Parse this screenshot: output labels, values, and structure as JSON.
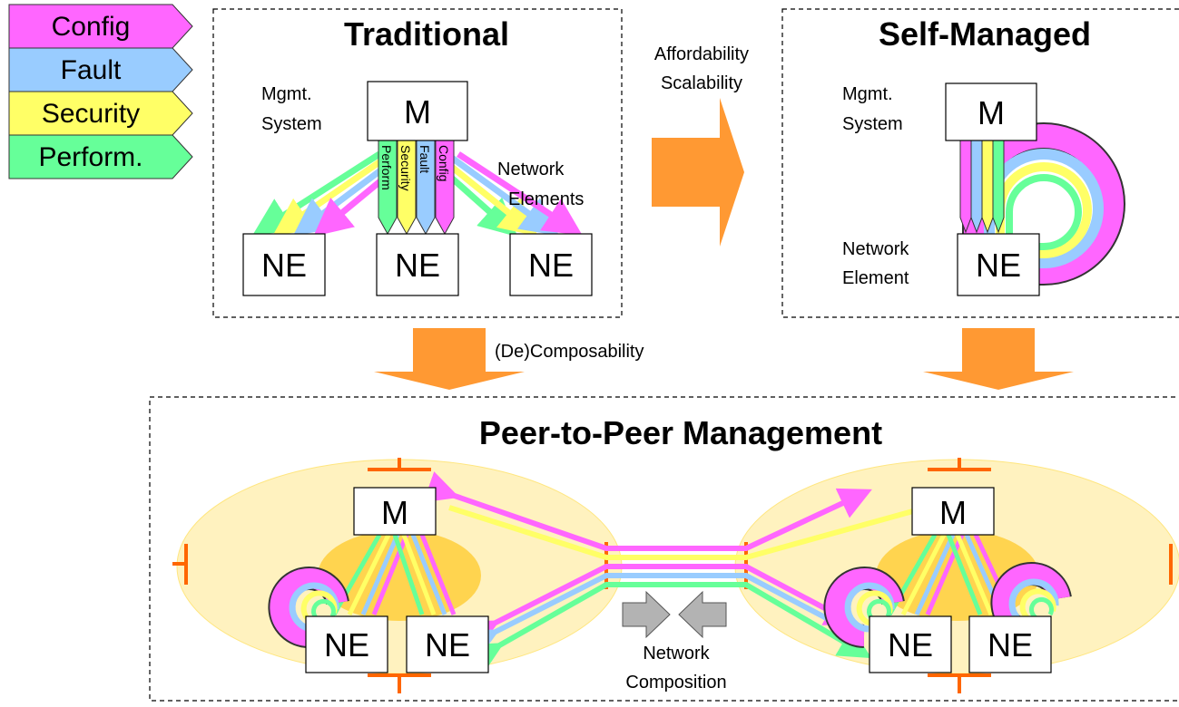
{
  "legend": {
    "items": [
      {
        "label": "Config",
        "color": "#ff66ff"
      },
      {
        "label": "Fault",
        "color": "#99ccff"
      },
      {
        "label": "Security",
        "color": "#ffff66"
      },
      {
        "label": "Perform.",
        "color": "#66ff99"
      }
    ]
  },
  "traditional": {
    "title": "Traditional",
    "mgmt_label_1": "Mgmt.",
    "mgmt_label_2": "System",
    "m": "M",
    "network_label_1": "Network",
    "network_label_2": "Elements",
    "ne": "NE",
    "arrows": [
      "Perform",
      "Security",
      "Fault",
      "Config"
    ]
  },
  "transition": {
    "label_1": "Affordability",
    "label_2": "Scalability"
  },
  "self_managed": {
    "title": "Self-Managed",
    "mgmt_label_1": "Mgmt.",
    "mgmt_label_2": "System",
    "m": "M",
    "network_label_1": "Network",
    "network_label_2": "Element",
    "ne": "NE"
  },
  "composability_label": "(De)Composability",
  "p2p": {
    "title": "Peer-to-Peer Management",
    "m": "M",
    "ne": "NE",
    "composition_1": "Network",
    "composition_2": "Composition"
  },
  "colors": {
    "config": "#ff66ff",
    "fault": "#99ccff",
    "security": "#ffff66",
    "perform": "#66ff99",
    "big_arrow": "#ff9933",
    "glow": "#ffcc33",
    "connector": "#ff6600",
    "gray_arrow": "#b3b3b3"
  }
}
